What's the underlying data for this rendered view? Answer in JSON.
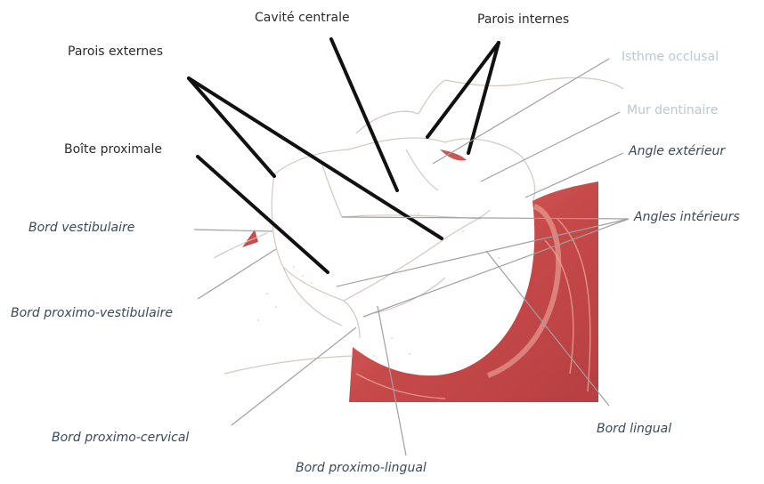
{
  "labels": {
    "cavite_centrale": "Cavité centrale",
    "parois_internes": "Parois internes",
    "parois_externes": "Parois externes",
    "isthme_occlusal": "Isthme occlusal",
    "mur_dentinaire": "Mur dentinaire",
    "angle_exterieur": "Angle extérieur",
    "boite_proximale": "Boîte proximale",
    "bord_vestibulaire": "Bord vestibulaire",
    "angles_interieurs": "Angles intérieurs",
    "bord_proximo_vestibulaire": "Bord proximo-vestibulaire",
    "bord_proximo_cervical": "Bord proximo-cervical",
    "bord_lingual": "Bord lingual",
    "bord_proximo_lingual": "Bord proximo-lingual"
  },
  "colors": {
    "gum": "#c23a3a",
    "gum_light": "#e07a6e",
    "tooth_outline": "#c9c3bb",
    "leader_dark": "#111111",
    "leader_light": "#9a9a9a",
    "label_upright": "#2c2c2c",
    "label_italic": "#3a4a5c",
    "label_faint": "#b9c8d6"
  }
}
